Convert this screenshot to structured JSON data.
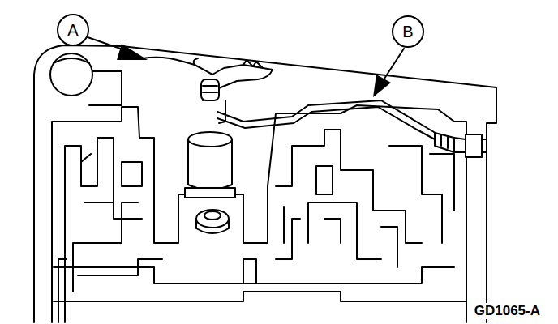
{
  "diagram": {
    "nodes": [
      {
        "text": [
          "A"
        ]
      },
      {
        "text": [
          "B"
        ]
      }
    ],
    "labels": [
      "GD1065-A"
    ]
  }
}
